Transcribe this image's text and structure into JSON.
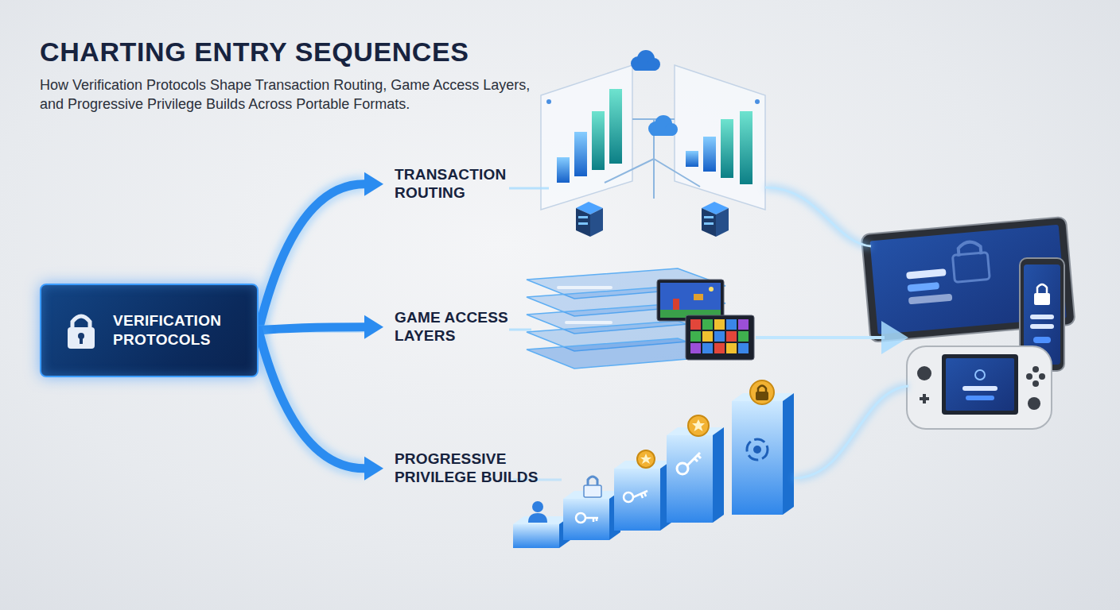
{
  "diagram": {
    "title": "CHARTING ENTRY SEQUENCES",
    "caption": "How Verification Protocols Shape Transaction Routing, Game Access Layers, and Progressive Privilege Builds Across Portable Formats.",
    "nodes": [
      {
        "text": [
          "VERIFICATION PROTOCOLS"
        ]
      },
      {
        "text": [
          "TRANSACTION ROUTING"
        ]
      },
      {
        "text": [
          "GAME ACCESS LAYERS"
        ]
      },
      {
        "text": [
          "PROGRESSIVE PRIVILEGE BUILDS"
        ]
      }
    ],
    "edges": [
      {
        "from": 0,
        "to": 1,
        "arrow": "to"
      },
      {
        "from": 0,
        "to": 2,
        "arrow": "to"
      },
      {
        "from": 0,
        "to": 3,
        "arrow": "to"
      }
    ]
  }
}
